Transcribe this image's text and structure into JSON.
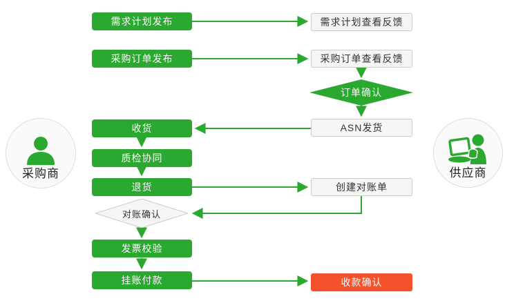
{
  "colors": {
    "green": "#2aa82f",
    "red": "#f4512c",
    "light_box_bg": "#f5f5f5",
    "light_box_border": "#cccccc",
    "text_dark": "#333333",
    "circle_bg": "#fafafa",
    "circle_border": "#dedede"
  },
  "actors": {
    "buyer": {
      "label": "采购商",
      "icon": "person-icon"
    },
    "supplier": {
      "label": "供应商",
      "icon": "person-at-laptop-icon"
    }
  },
  "nodes": {
    "demand_plan_publish": {
      "label": "需求计划发布",
      "shape": "process",
      "style": "green"
    },
    "demand_plan_feedback": {
      "label": "需求计划查看反馈",
      "shape": "process",
      "style": "light"
    },
    "po_publish": {
      "label": "采购订单发布",
      "shape": "process",
      "style": "green"
    },
    "po_feedback": {
      "label": "采购订单查看反馈",
      "shape": "process",
      "style": "light"
    },
    "order_confirm": {
      "label": "订单确认",
      "shape": "decision",
      "style": "green"
    },
    "asn_ship": {
      "label": "ASN发货",
      "shape": "process",
      "style": "light"
    },
    "receive": {
      "label": "收货",
      "shape": "process",
      "style": "green"
    },
    "quality_collab": {
      "label": "质检协同",
      "shape": "process",
      "style": "green"
    },
    "return_goods": {
      "label": "退货",
      "shape": "process",
      "style": "green"
    },
    "create_statement": {
      "label": "创建对账单",
      "shape": "process",
      "style": "light"
    },
    "statement_confirm": {
      "label": "对账确认",
      "shape": "decision",
      "style": "light"
    },
    "invoice_verify": {
      "label": "发票校验",
      "shape": "process",
      "style": "green"
    },
    "account_payment": {
      "label": "挂账付款",
      "shape": "process",
      "style": "green"
    },
    "receipt_confirm": {
      "label": "收款确认",
      "shape": "process",
      "style": "red"
    }
  }
}
